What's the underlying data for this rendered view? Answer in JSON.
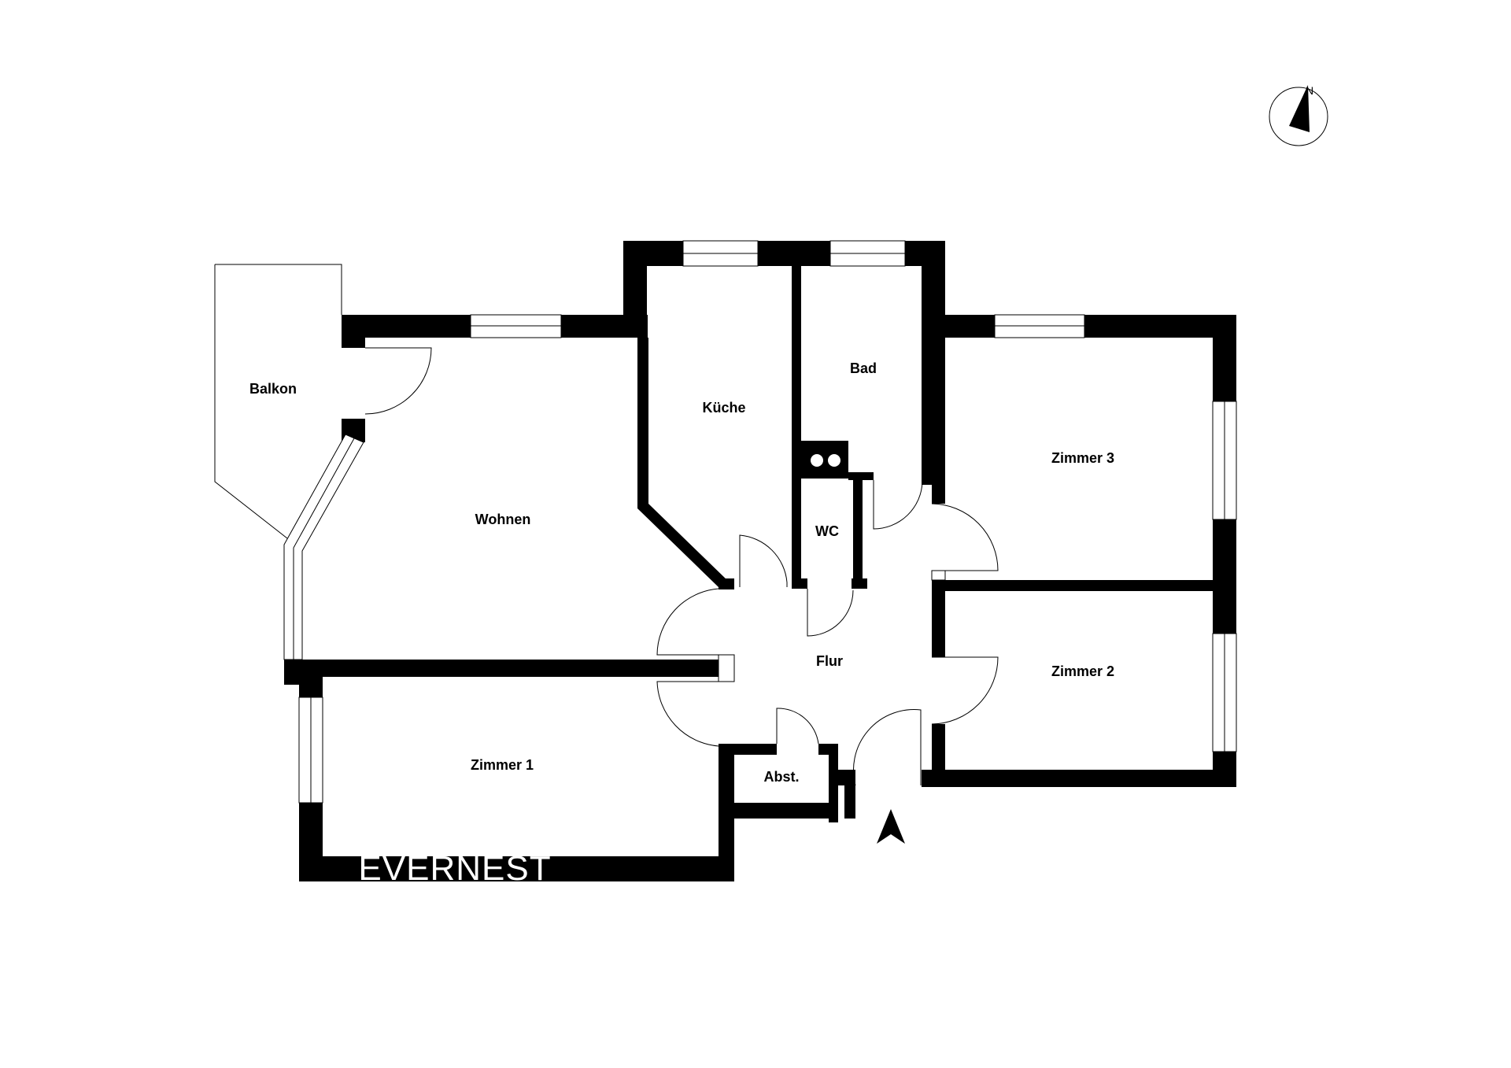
{
  "rooms": {
    "balkon": "Balkon",
    "wohnen": "Wohnen",
    "kueche": "Küche",
    "bad": "Bad",
    "wc": "WC",
    "flur": "Flur",
    "zimmer1": "Zimmer 1",
    "zimmer2": "Zimmer 2",
    "zimmer3": "Zimmer 3",
    "abst": "Abst."
  },
  "brand": "EVERNEST",
  "compass": {
    "north_label": "N"
  },
  "colors": {
    "wall": "#000000",
    "background": "#ffffff"
  }
}
